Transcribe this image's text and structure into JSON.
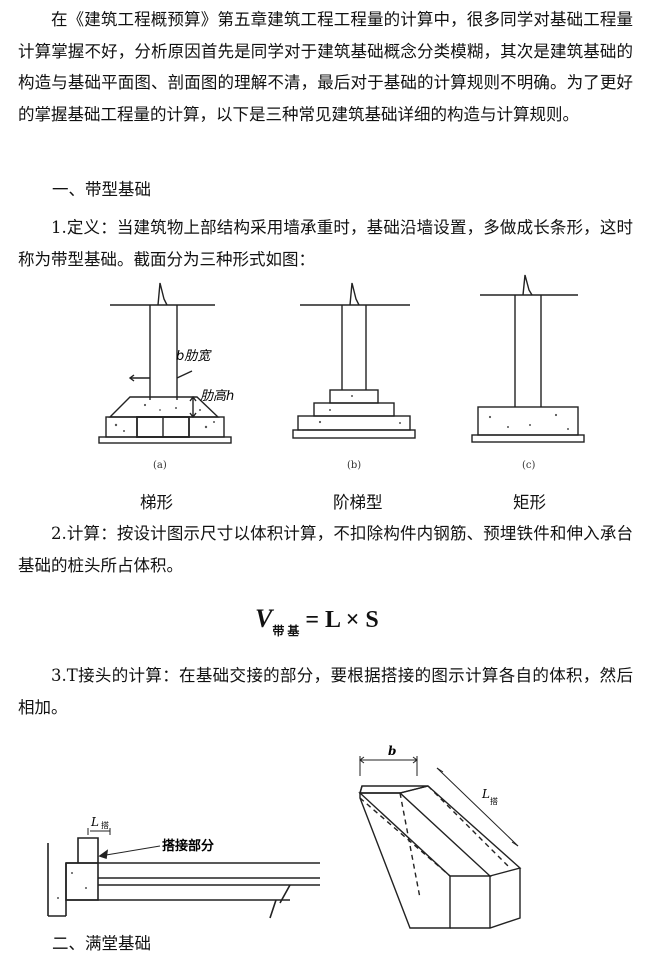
{
  "intro": "在《建筑工程概预算》第五章建筑工程工程量的计算中，很多同学对基础工程量计算掌握不好，分析原因首先是同学对于建筑基础概念分类模糊，其次是建筑基础的构造与基础平面图、剖面图的理解不清，最后对于基础的计算规则不明确。为了更好的掌握基础工程量的计算，以下是三种常见建筑基础详细的构造与计算规则。",
  "section1_title": "一、带型基础",
  "definition": "1.定义：当建筑物上部结构采用墙承重时，基础沿墙设置，多做成长条形，这时称为带型基础。截面分为三种形式如图：",
  "figure1": {
    "labels": [
      "(a)",
      "(b)",
      "(c)"
    ],
    "note_width": "b肋宽",
    "note_height": "肋高h",
    "captions": [
      "梯形",
      "阶梯型",
      "矩形"
    ]
  },
  "calc": "2.计算：按设计图示尺寸以体积计算，不扣除构件内钢筋、预埋铁件和伸入承台基础的桩头所占体积。",
  "formula": {
    "v": "V",
    "sub": "带 基",
    "rhs": "= L × S"
  },
  "tjoint": "3.T接头的计算：在基础交接的部分，要根据搭接的图示计算各自的体积，然后相加。",
  "figure2": {
    "l_label": "L",
    "l_sub": "搭",
    "overlap_label": "搭接部分",
    "b_label": "b",
    "l2_label": "L",
    "l2_sub": "搭"
  },
  "section2_title": "二、满堂基础"
}
